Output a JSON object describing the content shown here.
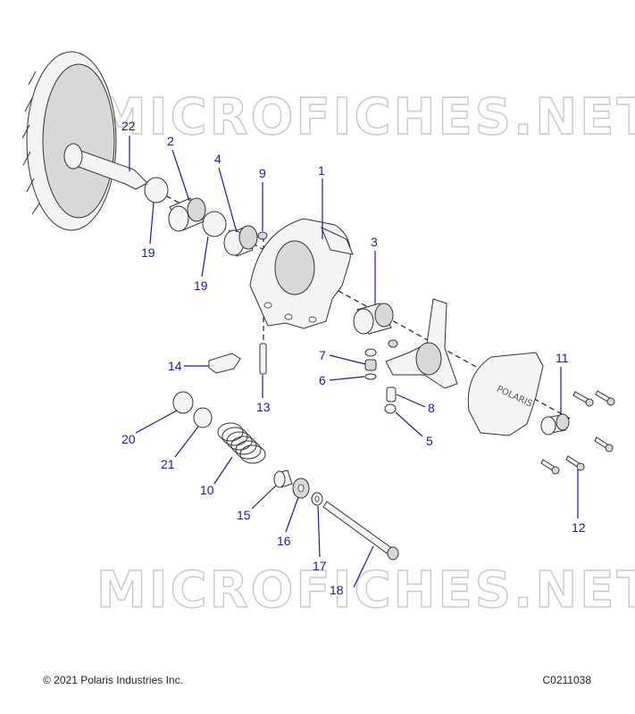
{
  "watermark": {
    "top": "MICROFICHES.NET",
    "bottom": "MICROFICHES.NET"
  },
  "footer": {
    "copyright": "© 2021 Polaris Industries Inc.",
    "diagram_code": "C0211038"
  },
  "logo_text": "POLARIS",
  "callouts": {
    "c1": "1",
    "c2": "2",
    "c3": "3",
    "c4": "4",
    "c5": "5",
    "c6": "6",
    "c7": "7",
    "c8": "8",
    "c9": "9",
    "c10": "10",
    "c11": "11",
    "c12": "12",
    "c13": "13",
    "c14": "14",
    "c15": "15",
    "c16": "16",
    "c17": "17",
    "c18": "18",
    "c19a": "19",
    "c19b": "19",
    "c20": "20",
    "c21": "21",
    "c22": "22"
  },
  "colors": {
    "callout": "#1a1aa6",
    "watermark": "#c9c9c9",
    "line": "#333333"
  }
}
